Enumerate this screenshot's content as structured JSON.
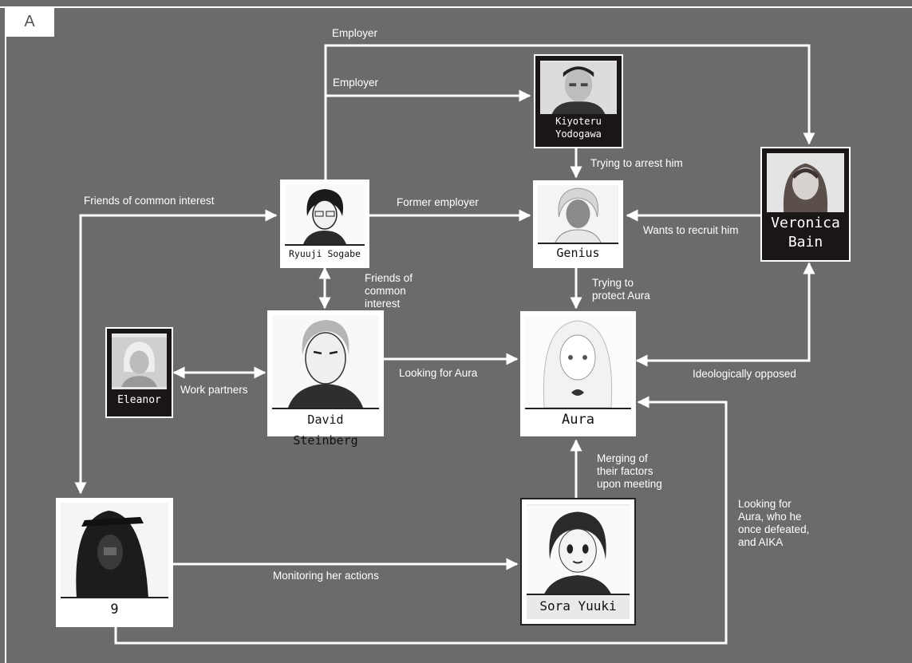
{
  "corner_tag": "A",
  "characters": {
    "kiyoteru": "Kiyoteru\nYodogawa",
    "veronica": "Veronica\nBain",
    "ryuuji": "Ryuuji Sogabe",
    "genius": "Genius",
    "eleanor": "Eleanor",
    "david": "David Steinberg",
    "aura": "Aura",
    "nine": "9",
    "sora": "Sora Yuuki"
  },
  "relations": {
    "employer_top": "Employer",
    "employer_mid": "Employer",
    "trying_arrest": "Trying to arrest him",
    "friends_common_left": "Friends of common interest",
    "former_employer": "Former employer",
    "wants_recruit": "Wants to recruit him",
    "friends_common_mid": "Friends of\ncommon\ninterest",
    "trying_protect": "Trying to\nprotect Aura",
    "work_partners": "Work partners",
    "looking_for_aura": "Looking for Aura",
    "ideologically_opposed": "Ideologically opposed",
    "merging": "Merging of\ntheir factors\nupon meeting",
    "looking_for_aura_defeated": "Looking for\nAura, who he\nonce defeated,\nand AIKA",
    "monitoring": "Monitoring her actions"
  }
}
